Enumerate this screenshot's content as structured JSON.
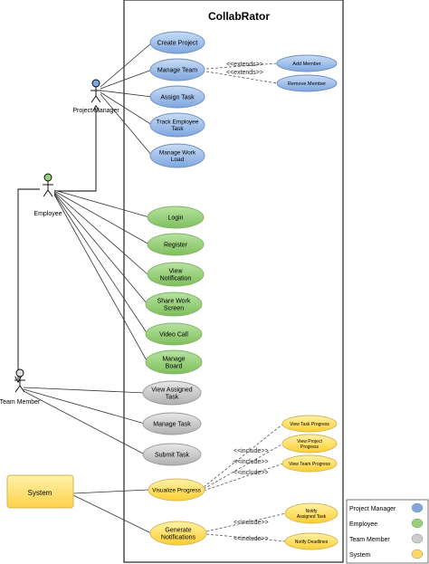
{
  "title": "CollabRator",
  "actors": {
    "project_manager": "Project Manager",
    "employee": "Employee",
    "team_member": "Team Member",
    "system": "System"
  },
  "use_cases": {
    "create_project": [
      "Create Project"
    ],
    "manage_team": [
      "Manage Team"
    ],
    "assign_task": [
      "Assign Task"
    ],
    "track_employee_task": [
      "Track Employee",
      "Task"
    ],
    "manage_workload": [
      "Manage Work",
      "Load"
    ],
    "add_member": [
      "Add Member"
    ],
    "remove_member": [
      "Remove Member"
    ],
    "login": [
      "Login"
    ],
    "register": [
      "Register"
    ],
    "view_notification": [
      "View",
      "Notification"
    ],
    "share_work_screen": [
      "Share Work",
      "Screen"
    ],
    "video_call": [
      "Video Call"
    ],
    "manage_board": [
      "Manage",
      "Board"
    ],
    "view_assigned_task": [
      "View Assigned",
      "Task"
    ],
    "manage_task": [
      "Manage Task"
    ],
    "submit_task": [
      "Submit Task"
    ],
    "visualize_progress": [
      "Visualize Progress"
    ],
    "view_task_progress": [
      "View Task Progress"
    ],
    "view_project_progress": [
      "View Project",
      "Progress"
    ],
    "view_team_progress": [
      "View Team Progress"
    ],
    "generate_notifications": [
      "Generate",
      "Notifications"
    ],
    "notify_assigned_task": [
      "Notify",
      "Assigned Task"
    ],
    "notify_deadlines": [
      "Notify Deadlines"
    ]
  },
  "relations": {
    "extends": "<<extends>>",
    "include": "<<include>>"
  },
  "legend": {
    "items": [
      {
        "label": "Project Manager",
        "color": "#7ea6e0"
      },
      {
        "label": "Employee",
        "color": "#97d077"
      },
      {
        "label": "Team Member",
        "color": "#cccccc"
      },
      {
        "label": "System",
        "color": "#ffd966"
      }
    ]
  },
  "colors": {
    "blue_fill": "#a9c4eb",
    "blue_stroke": "#6c8ebf",
    "green_fill": "#97d077",
    "green_stroke": "#82b366",
    "gray_fill": "#cccccc",
    "gray_stroke": "#999999",
    "yellow_fill": "#ffe066",
    "yellow_stroke": "#d6b656",
    "system_box": "#ffd966"
  }
}
